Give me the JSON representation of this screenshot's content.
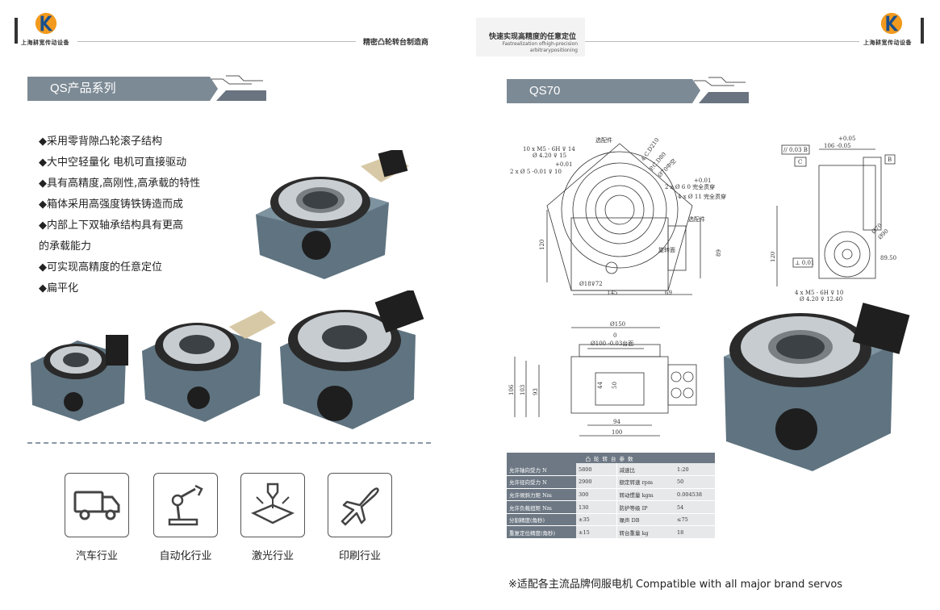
{
  "header": {
    "company": "上海耕宽传动设备",
    "tagline_left": "精密凸轮转台制造商",
    "tagline_right_cn": "快速实现高精度的任意定位",
    "tagline_right_en_1": "Fastrealization ofhigh-precision",
    "tagline_right_en_2": "arbitrarypositioning",
    "logo_letter": "K"
  },
  "left": {
    "banner": "QS产品系列",
    "features": [
      "◆采用零背隙凸轮滚子结构",
      "◆大中空轻量化 电机可直接驱动",
      "◆具有高精度,高刚性,高承载的特性",
      "◆箱体采用高强度铸铁铸造而成",
      "◆内部上下双轴承结构具有更高",
      "的承载能力",
      "◆可实现高精度的任意定位",
      " ◆扁平化"
    ],
    "industries": [
      {
        "label": "汽车行业",
        "icon": "truck-icon"
      },
      {
        "label": "自动化行业",
        "icon": "robot-arm-icon"
      },
      {
        "label": "激光行业",
        "icon": "laser-icon"
      },
      {
        "label": "印刷行业",
        "icon": "airplane-icon"
      }
    ]
  },
  "right": {
    "banner": "QS70",
    "drawing_labels": {
      "top_view": [
        "选配件",
        "10 x M5 - 6H ⊽ 14",
        "Ø 4.20 ⊽ 15",
        "+0.01",
        "2 x Ø 5 -0.01 ⊽ 10",
        "4.C.D210",
        "P.C.D80",
        "Ø70中空",
        "+0.01",
        "2 x Ø 6 0  完全贯穿",
        "4 x Ø 11 完全贯穿",
        "选配件",
        "旋转面",
        "120",
        "89",
        "Ø18⊽72",
        "145",
        "69"
      ],
      "side_view": [
        "+0.05",
        "106 -0.05",
        "// 0.03 B",
        "C",
        "B",
        "Ø70",
        "Ø90",
        "89.50",
        "120",
        "⊥ 0.01",
        "4 x M5 - 6H ⊽ 10",
        "Ø 4.20 ⊽ 12.40"
      ],
      "front_view": [
        "Ø150",
        "0",
        "Ø100 -0.03台面",
        "106",
        "103",
        "93",
        "44",
        "50",
        "94",
        "100"
      ]
    },
    "table": {
      "title": "凸轮转台参数",
      "rows": [
        [
          "允许轴向受力 N",
          "5800",
          "减速比",
          "1:20"
        ],
        [
          "允许径向受力 N",
          "2900",
          "额定转速 rpm",
          "50"
        ],
        [
          "允许倾斜力矩 Nm",
          "300",
          "转动惯量 kgm",
          "0.004538"
        ],
        [
          "允许负载扭矩 Nm",
          "130",
          "防护等级 IP",
          "54"
        ],
        [
          "分割精度(角秒)",
          "±35",
          "噪声 DB",
          "≤75"
        ],
        [
          "重复定位精度(角秒)",
          "±15",
          "转台重量 kg",
          "18"
        ]
      ]
    },
    "footnote": "※适配各主流品牌伺服电机 Compatible with all major brand servos"
  },
  "colors": {
    "banner": "#7c8a95",
    "table_header": "#6d7884",
    "logo_orange": "#f29a1e",
    "logo_blue": "#1a4f8c"
  }
}
